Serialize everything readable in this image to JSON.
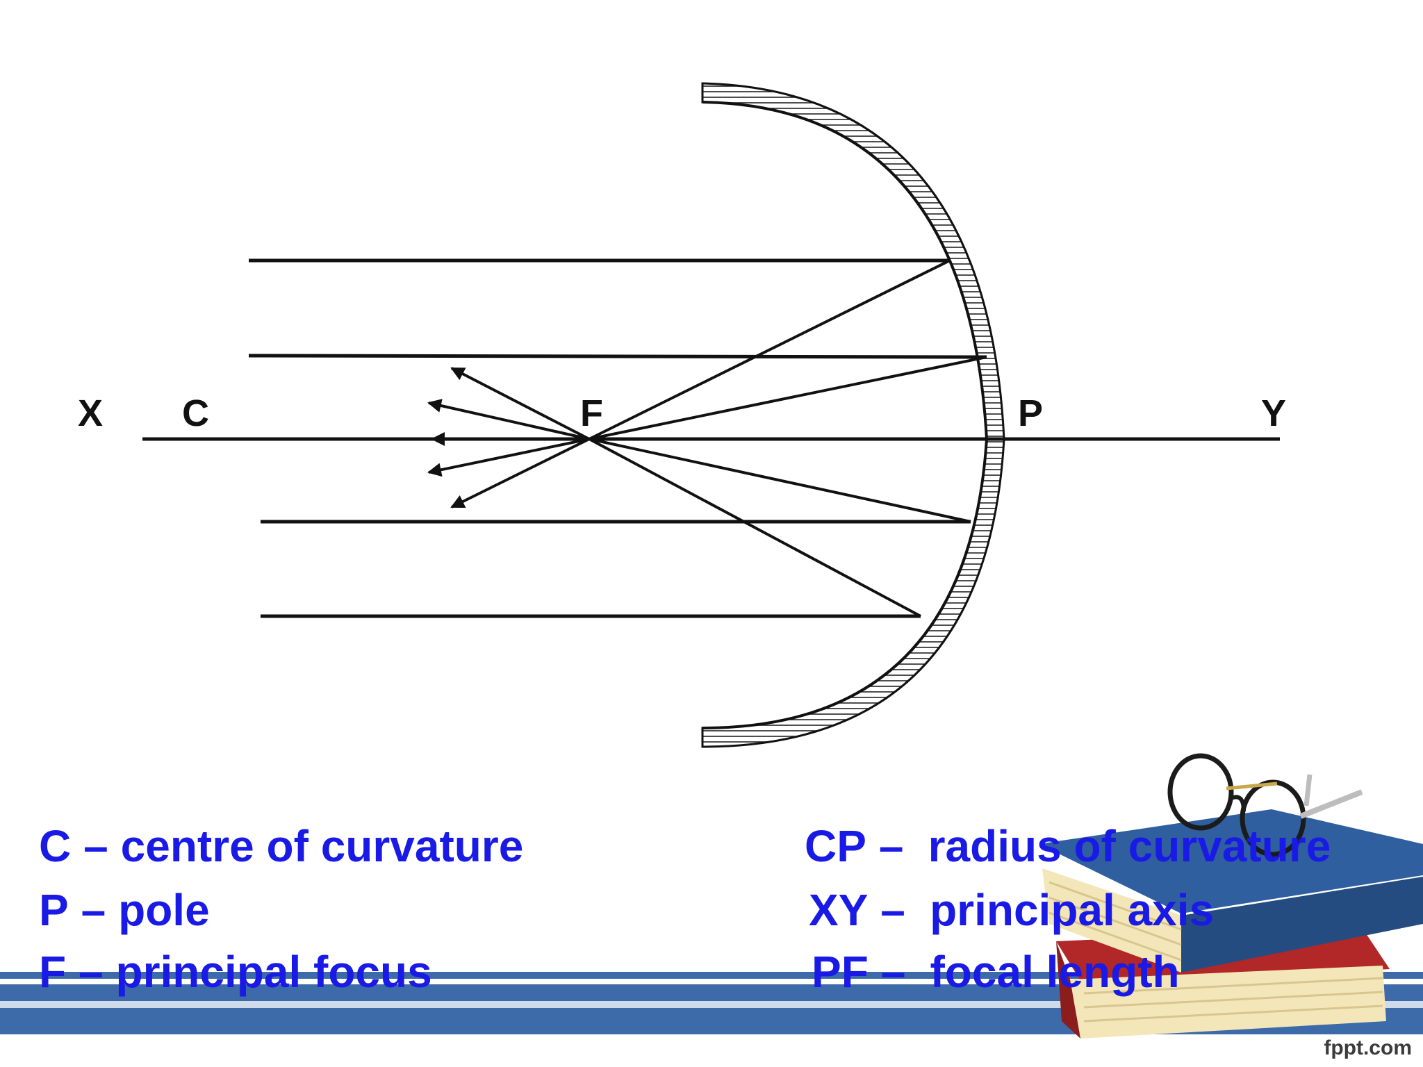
{
  "diagram": {
    "labels": {
      "x": "X",
      "c": "C",
      "f": "F",
      "p": "P",
      "y": "Y"
    }
  },
  "legend": {
    "left": [
      {
        "symbol": "C",
        "dash": "–",
        "meaning": "centre of curvature"
      },
      {
        "symbol": "P",
        "dash": "–",
        "meaning": "pole"
      },
      {
        "symbol": "F",
        "dash": "–",
        "meaning": "principal focus"
      }
    ],
    "right": [
      {
        "symbol": "CP",
        "dash": "–",
        "meaning": "radius of curvature"
      },
      {
        "symbol": "XY",
        "dash": "–",
        "meaning": "principal axis"
      },
      {
        "symbol": "PF",
        "dash": "–",
        "meaning": "focal length"
      }
    ]
  },
  "footer": {
    "brand": "fppt.com"
  },
  "colors": {
    "legend_text": "#1a1ae6",
    "stripe_blue": "#3d6aa8",
    "book_blue": "#2f5f9e",
    "book_red": "#b22727",
    "book_pages": "#f3e6b8"
  }
}
